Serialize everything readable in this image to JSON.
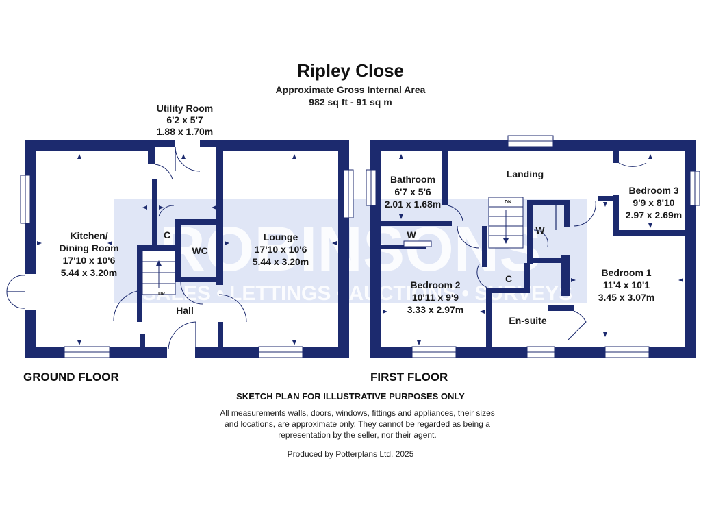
{
  "header": {
    "title": "Ripley Close",
    "subtitle": "Approximate Gross Internal Area",
    "area": "982 sq ft - 91 sq m"
  },
  "watermark": {
    "brand": "ROBINSONS",
    "services": "SALES • LETTINGS • AUCTIONS • SURVEYS"
  },
  "ground_floor": {
    "label": "GROUND FLOOR",
    "rooms": {
      "utility": {
        "name": "Utility Room",
        "imperial": "6'2 x 5'7",
        "metric": "1.88 x 1.70m"
      },
      "kitchen": {
        "name1": "Kitchen/",
        "name2": "Dining Room",
        "imperial": "17'10 x 10'6",
        "metric": "5.44 x 3.20m"
      },
      "lounge": {
        "name": "Lounge",
        "imperial": "17'10 x 10'6",
        "metric": "5.44 x 3.20m"
      },
      "cupboard": {
        "name": "C"
      },
      "wc": {
        "name": "WC"
      },
      "hall": {
        "name": "Hall"
      },
      "stairs_up": "UP"
    }
  },
  "first_floor": {
    "label": "FIRST FLOOR",
    "rooms": {
      "bathroom": {
        "name": "Bathroom",
        "imperial": "6'7 x 5'6",
        "metric": "2.01 x 1.68m"
      },
      "landing": {
        "name": "Landing"
      },
      "bedroom3": {
        "name": "Bedroom 3",
        "imperial": "9'9 x 8'10",
        "metric": "2.97 x 2.69m"
      },
      "bedroom1": {
        "name": "Bedroom 1",
        "imperial": "11'4 x 10'1",
        "metric": "3.45 x 3.07m"
      },
      "bedroom2": {
        "name": "Bedroom 2",
        "imperial": "10'11 x 9'9",
        "metric": "3.33 x 2.97m"
      },
      "ensuite": {
        "name": "En-suite"
      },
      "wardrobe1": {
        "name": "W"
      },
      "wardrobe2": {
        "name": "W"
      },
      "cupboard": {
        "name": "C"
      },
      "stairs_down": "DN"
    }
  },
  "disclaimer": {
    "heading": "SKETCH PLAN FOR ILLUSTRATIVE PURPOSES ONLY",
    "body": "All measurements walls, doors, windows, fittings and appliances, their sizes and locations, are approximate only. They cannot be regarded as being a representation by the seller, nor their agent.",
    "produced_by": "Produced by Potterplans Ltd. 2025"
  },
  "colors": {
    "wall": "#1c2a6e",
    "watermark": "#c6d1ee"
  }
}
